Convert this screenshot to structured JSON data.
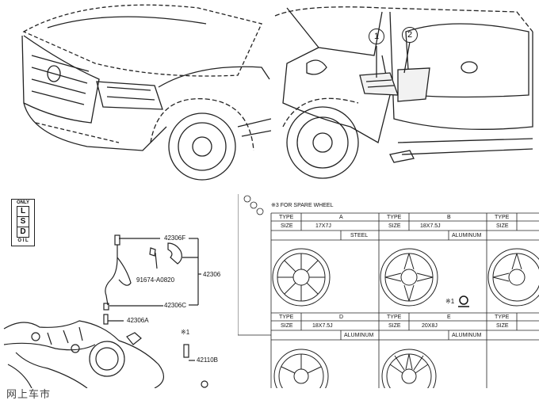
{
  "rear_callouts": [
    "1",
    "2"
  ],
  "lsd_badge": {
    "top": "ONLY",
    "letters": [
      "L",
      "S",
      "D"
    ],
    "bottom": "O I L"
  },
  "parts": {
    "p1": "42306F",
    "p2": "91674-A0820",
    "p3": "42306",
    "p4": "42306C",
    "p5": "42306A",
    "note": "※1",
    "p6": "42110B"
  },
  "wheel_table": {
    "top_note": "※3 FOR SPARE WHEEL",
    "type_label": "TYPE",
    "size_label": "SIZE",
    "row1": [
      {
        "type": "A",
        "size": "17X7J",
        "material": "STEEL"
      },
      {
        "type": "B",
        "size": "18X7.5J",
        "material": "ALUMINUM"
      },
      {
        "type": "",
        "size": "",
        "material": ""
      }
    ],
    "row1_note": "※1",
    "row2": [
      {
        "type": "D",
        "size": "18X7.5J",
        "material": "ALUMINUM"
      },
      {
        "type": "E",
        "size": "20X8J",
        "material": "ALUMINUM"
      },
      {
        "type": "",
        "size": "",
        "material": ""
      }
    ]
  },
  "watermark": "网上车市"
}
